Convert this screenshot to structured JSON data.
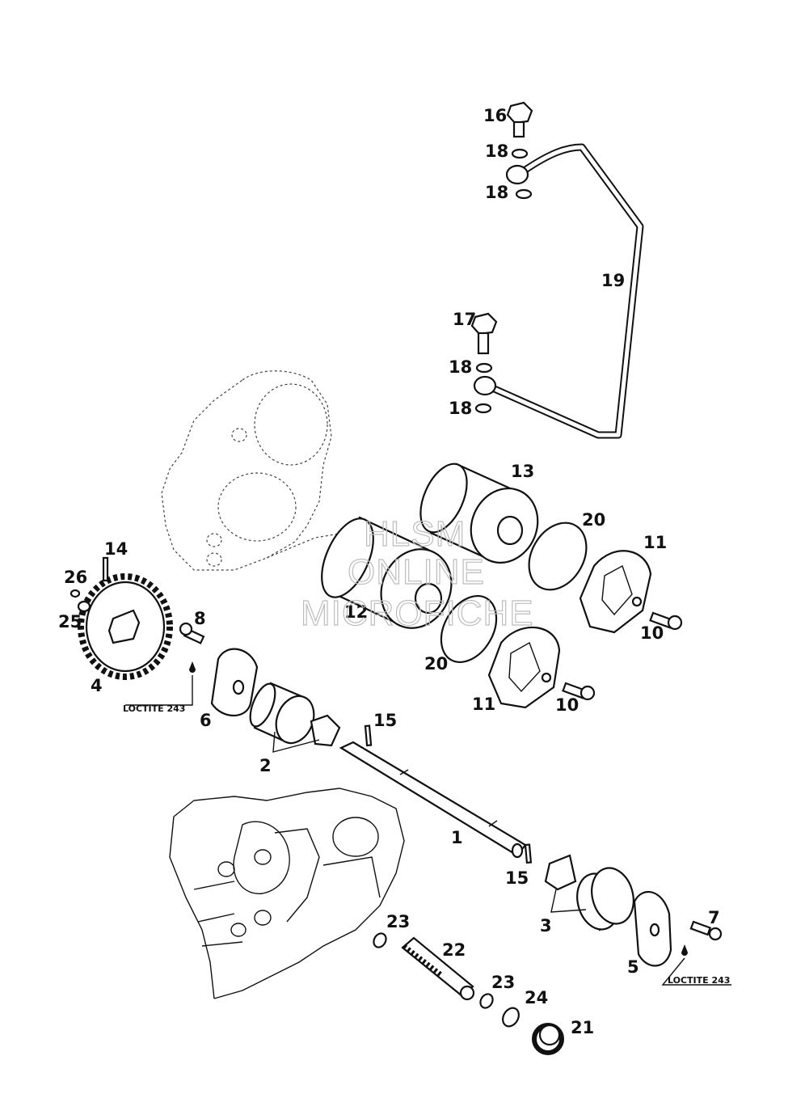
{
  "labels": {
    "l1": "1",
    "l2": "2",
    "l3": "3",
    "l4": "4",
    "l5": "5",
    "l6": "6",
    "l7": "7",
    "l8": "8",
    "l10a": "10",
    "l10b": "10",
    "l11a": "11",
    "l11b": "11",
    "l12": "12",
    "l13": "13",
    "l14": "14",
    "l15a": "15",
    "l15b": "15",
    "l16": "16",
    "l17": "17",
    "l18a": "18",
    "l18b": "18",
    "l18c": "18",
    "l18d": "18",
    "l19": "19",
    "l20a": "20",
    "l20b": "20",
    "l21": "21",
    "l22": "22",
    "l23a": "23",
    "l23b": "23",
    "l24": "24",
    "l25": "25",
    "l26": "26"
  },
  "loctite": {
    "left": "LOCTITE 243",
    "right": "LOCTITE 243"
  },
  "watermark": {
    "line1": "HLSM",
    "line2": "ONLINE",
    "line3": "MICROFICHE"
  }
}
